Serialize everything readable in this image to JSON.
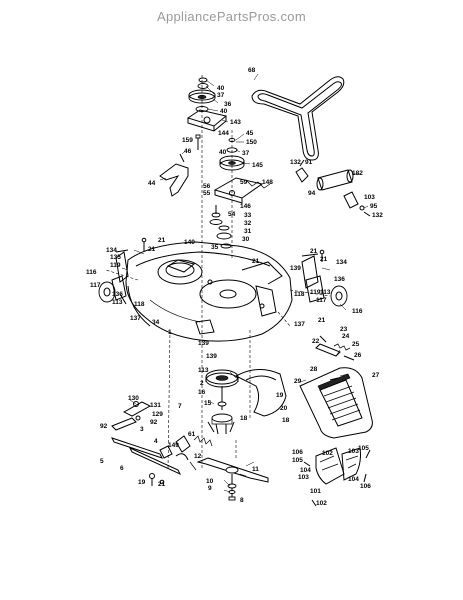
{
  "watermark": "AppliancePartsPros.com",
  "callouts": [
    {
      "id": "c40a",
      "label": "40"
    },
    {
      "id": "c37a",
      "label": "37"
    },
    {
      "id": "c36",
      "label": "36"
    },
    {
      "id": "c40b",
      "label": "40"
    },
    {
      "id": "c143",
      "label": "143"
    },
    {
      "id": "c144",
      "label": "144"
    },
    {
      "id": "c159",
      "label": "159"
    },
    {
      "id": "c45",
      "label": "45"
    },
    {
      "id": "c150",
      "label": "150"
    },
    {
      "id": "c40c",
      "label": "40"
    },
    {
      "id": "c37b",
      "label": "37"
    },
    {
      "id": "c145",
      "label": "145"
    },
    {
      "id": "c46",
      "label": "46"
    },
    {
      "id": "c44",
      "label": "44"
    },
    {
      "id": "c68",
      "label": "68"
    },
    {
      "id": "c132a",
      "label": "132"
    },
    {
      "id": "c91",
      "label": "91"
    },
    {
      "id": "c182",
      "label": "182"
    },
    {
      "id": "c94",
      "label": "94"
    },
    {
      "id": "c103",
      "label": "103"
    },
    {
      "id": "c95",
      "label": "95"
    },
    {
      "id": "c132b",
      "label": "132"
    },
    {
      "id": "c59",
      "label": "59"
    },
    {
      "id": "c148",
      "label": "148"
    },
    {
      "id": "c56",
      "label": "56"
    },
    {
      "id": "c55",
      "label": "55"
    },
    {
      "id": "c146",
      "label": "146"
    },
    {
      "id": "c54",
      "label": "54"
    },
    {
      "id": "c33",
      "label": "33"
    },
    {
      "id": "c32",
      "label": "32"
    },
    {
      "id": "c31",
      "label": "31"
    },
    {
      "id": "c30",
      "label": "30"
    },
    {
      "id": "c140",
      "label": "140"
    },
    {
      "id": "c35",
      "label": "35"
    },
    {
      "id": "c21a",
      "label": "21"
    },
    {
      "id": "c134a",
      "label": "134"
    },
    {
      "id": "c135",
      "label": "135"
    },
    {
      "id": "c21b",
      "label": "21"
    },
    {
      "id": "c116a",
      "label": "116"
    },
    {
      "id": "c117a",
      "label": "117"
    },
    {
      "id": "c119a",
      "label": "119"
    },
    {
      "id": "c136a",
      "label": "136"
    },
    {
      "id": "c113a",
      "label": "113"
    },
    {
      "id": "c118a",
      "label": "118"
    },
    {
      "id": "c137a",
      "label": "137"
    },
    {
      "id": "c34",
      "label": "34"
    },
    {
      "id": "c1",
      "label": "1"
    },
    {
      "id": "c139a",
      "label": "139"
    },
    {
      "id": "c21c",
      "label": "21"
    },
    {
      "id": "c21d",
      "label": "21"
    },
    {
      "id": "c134b",
      "label": "134"
    },
    {
      "id": "c21e",
      "label": "21"
    },
    {
      "id": "c136b",
      "label": "136"
    },
    {
      "id": "c139b",
      "label": "139"
    },
    {
      "id": "c119b",
      "label": "119"
    },
    {
      "id": "c117b",
      "label": "117"
    },
    {
      "id": "c113b",
      "label": "113"
    },
    {
      "id": "c118b",
      "label": "118"
    },
    {
      "id": "c116b",
      "label": "116"
    },
    {
      "id": "c137b",
      "label": "137"
    },
    {
      "id": "c21f",
      "label": "21"
    },
    {
      "id": "c23",
      "label": "23"
    },
    {
      "id": "c24",
      "label": "24"
    },
    {
      "id": "c22",
      "label": "22"
    },
    {
      "id": "c25",
      "label": "25"
    },
    {
      "id": "c26",
      "label": "26"
    },
    {
      "id": "c28",
      "label": "28"
    },
    {
      "id": "c27",
      "label": "27"
    },
    {
      "id": "c29",
      "label": "29"
    },
    {
      "id": "c139c",
      "label": "139"
    },
    {
      "id": "c113c",
      "label": "113"
    },
    {
      "id": "c2",
      "label": "2"
    },
    {
      "id": "c16",
      "label": "16"
    },
    {
      "id": "c15",
      "label": "15"
    },
    {
      "id": "c19",
      "label": "19"
    },
    {
      "id": "c20",
      "label": "20"
    },
    {
      "id": "c18a",
      "label": "18"
    },
    {
      "id": "c18b",
      "label": "18"
    },
    {
      "id": "c61",
      "label": "61"
    },
    {
      "id": "c7",
      "label": "7"
    },
    {
      "id": "c130",
      "label": "130"
    },
    {
      "id": "c131",
      "label": "131"
    },
    {
      "id": "c129",
      "label": "129"
    },
    {
      "id": "c92a",
      "label": "92"
    },
    {
      "id": "c92b",
      "label": "92"
    },
    {
      "id": "c3",
      "label": "3"
    },
    {
      "id": "c4",
      "label": "4"
    },
    {
      "id": "c149",
      "label": "149"
    },
    {
      "id": "c5",
      "label": "5"
    },
    {
      "id": "c6",
      "label": "6"
    },
    {
      "id": "c19b",
      "label": "19"
    },
    {
      "id": "c21g",
      "label": "21"
    },
    {
      "id": "c12",
      "label": "12"
    },
    {
      "id": "c11",
      "label": "11"
    },
    {
      "id": "c10",
      "label": "10"
    },
    {
      "id": "c9",
      "label": "9"
    },
    {
      "id": "c8",
      "label": "8"
    },
    {
      "id": "c106a",
      "label": "106"
    },
    {
      "id": "c105a",
      "label": "105"
    },
    {
      "id": "c104a",
      "label": "104"
    },
    {
      "id": "c103b",
      "label": "103"
    },
    {
      "id": "c102a",
      "label": "102"
    },
    {
      "id": "c101",
      "label": "101"
    },
    {
      "id": "c102b",
      "label": "102"
    },
    {
      "id": "c103c",
      "label": "103"
    },
    {
      "id": "c105b",
      "label": "105"
    },
    {
      "id": "c104b",
      "label": "104"
    },
    {
      "id": "c106b",
      "label": "106"
    }
  ]
}
